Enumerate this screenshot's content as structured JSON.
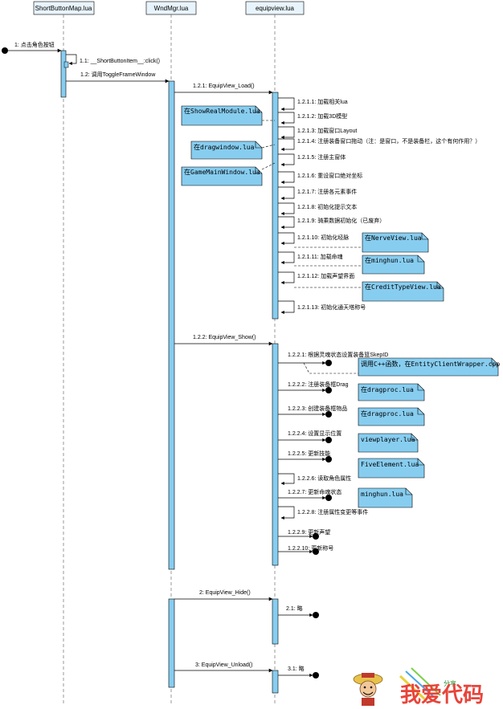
{
  "headers": {
    "short": "ShortButtonMap.lua",
    "wnd": "WndMgr.lua",
    "equip": "equipview.lua"
  },
  "msgs": {
    "m1": "1: 点击角色按钮",
    "m11": "1.1: __ShortButtonItem__:click()",
    "m12": "1.2: 调用ToggleFrameWindow",
    "m121": "1.2.1: EquipView_Load()",
    "s1": "1.2.1.1: 加载相关lua",
    "s2": "1.2.1.2: 加载3D模型",
    "s3": "1.2.1.3: 加载窗口Layout",
    "s4": "1.2.1.4: 注册装备窗口拖动（注：是窗口，不是装备栏，这个有何作用？）",
    "s5": "1.2.1.5: 注册主窗体",
    "s6": "1.2.1.6: 重设窗口绝对坐标",
    "s7": "1.2.1.7: 注册各元素事件",
    "s8": "1.2.1.8: 初始化提示文本",
    "s9": "1.2.1.9: 骑乘数据初始化（已废弃）",
    "s10": "1.2.1.10: 初始化经脉",
    "s11": "1.2.1.11: 加载命魂",
    "s12": "1.2.1.12: 加载声望界面",
    "s13": "1.2.1.13: 初始化通天塔称号",
    "m122": "1.2.2: EquipView_Show()",
    "t1": "1.2.2.1: 根据灵魂状态设置装备篮SkepID",
    "t2": "1.2.2.2: 注册装备框Drag",
    "t3": "1.2.2.3: 创建装备框物品",
    "t4": "1.2.2.4: 设置显示位置",
    "t5": "1.2.2.5: 更新技能",
    "t6": "1.2.2.6: 读取角色属性",
    "t7": "1.2.2.7: 更新命魂状态",
    "t8": "1.2.2.8: 注册属性变更等事件",
    "t9": "1.2.2.9: 更新声望",
    "t10": "1.2.2.10: 更新称号",
    "m2": "2: EquipView_Hide()",
    "m21": "2.1: 略",
    "m3": "3: EquipView_Unload()",
    "m31": "3.1: 略"
  },
  "notes": {
    "n1": "在ShowRealModule.lua",
    "n2": "在dragwindow.lua",
    "n3": "在GameMainWindow.lua",
    "n4": "在NerveView.lua",
    "n5": "在minghun.lua",
    "n6": "在CreditTypeView.lua",
    "n7": "调用C++函数，在EntityClientWrapper.cpp",
    "n8": "在dragproc.lua",
    "n9": "在dragproc.lua",
    "n10": "viewplayer.lua",
    "n11": "FiveElement.lua",
    "n12": "minghun.lua"
  },
  "watermark": {
    "text": "我爱代码",
    "small": "分享"
  },
  "colors": {
    "activation": "#87cdf0",
    "header_fill": "#e8f4fb",
    "note_fill": "#87cdf0",
    "line": "#000000"
  }
}
